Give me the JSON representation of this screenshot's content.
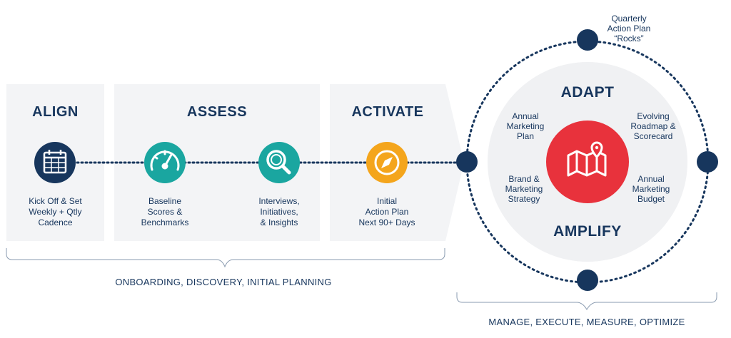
{
  "phases": {
    "align": "ALIGN",
    "assess": "ASSESS",
    "activate": "ACTIVATE"
  },
  "steps": {
    "kickoff": [
      "Kick Off & Set",
      "Weekly + Qtly",
      "Cadence"
    ],
    "baseline": [
      "Baseline",
      "Scores &",
      "Benchmarks"
    ],
    "interviews": [
      "Interviews,",
      "Initiatives,",
      "& Insights"
    ],
    "initial_plan": [
      "Initial",
      "Action Plan",
      "Next 90+ Days"
    ]
  },
  "cycle": {
    "adapt": "ADAPT",
    "amplify": "AMPLIFY",
    "rocks": [
      "Quarterly",
      "Action Plan",
      "“Rocks”"
    ],
    "annual_plan": [
      "Annual",
      "Marketing",
      "Plan"
    ],
    "roadmap": [
      "Evolving",
      "Roadmap &",
      "Scorecard"
    ],
    "brand": [
      "Brand &",
      "Marketing",
      "Strategy"
    ],
    "budget": [
      "Annual",
      "Marketing",
      "Budget"
    ]
  },
  "captions": {
    "left": "ONBOARDING, DISCOVERY, INITIAL PLANNING",
    "right": "MANAGE, EXECUTE, MEASURE, OPTIMIZE"
  },
  "icons": {
    "kickoff": "calendar-icon",
    "baseline": "gauge-icon",
    "interviews": "magnifier-icon",
    "initial_plan": "compass-icon",
    "center": "map-pin-icon"
  },
  "colors": {
    "navy": "#17365d",
    "teal": "#1aa6a0",
    "orange": "#f4a51c",
    "red": "#e8323c",
    "panel": "#f3f4f6"
  }
}
